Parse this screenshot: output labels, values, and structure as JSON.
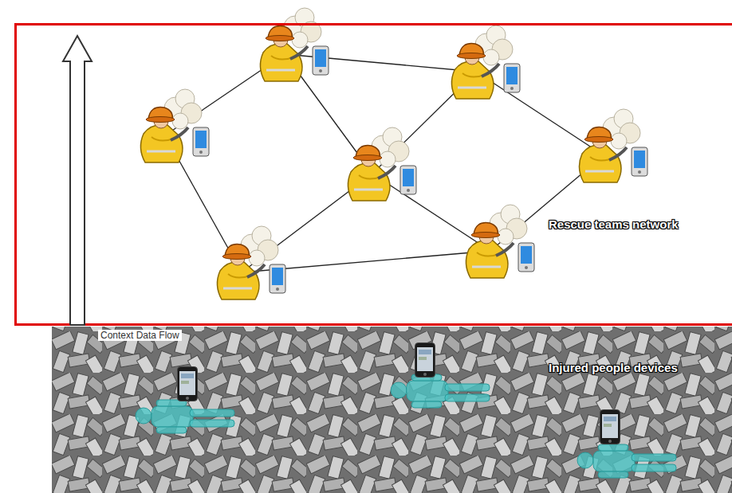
{
  "diagram": {
    "nodes": [
      {
        "text": [
          "Rescue teams network"
        ]
      },
      {
        "text": [
          "Injured people devices"
        ]
      }
    ],
    "edges": [
      {
        "from": 1,
        "to": 0,
        "arrow": "to",
        "label": "Context Data Flow"
      }
    ]
  }
}
